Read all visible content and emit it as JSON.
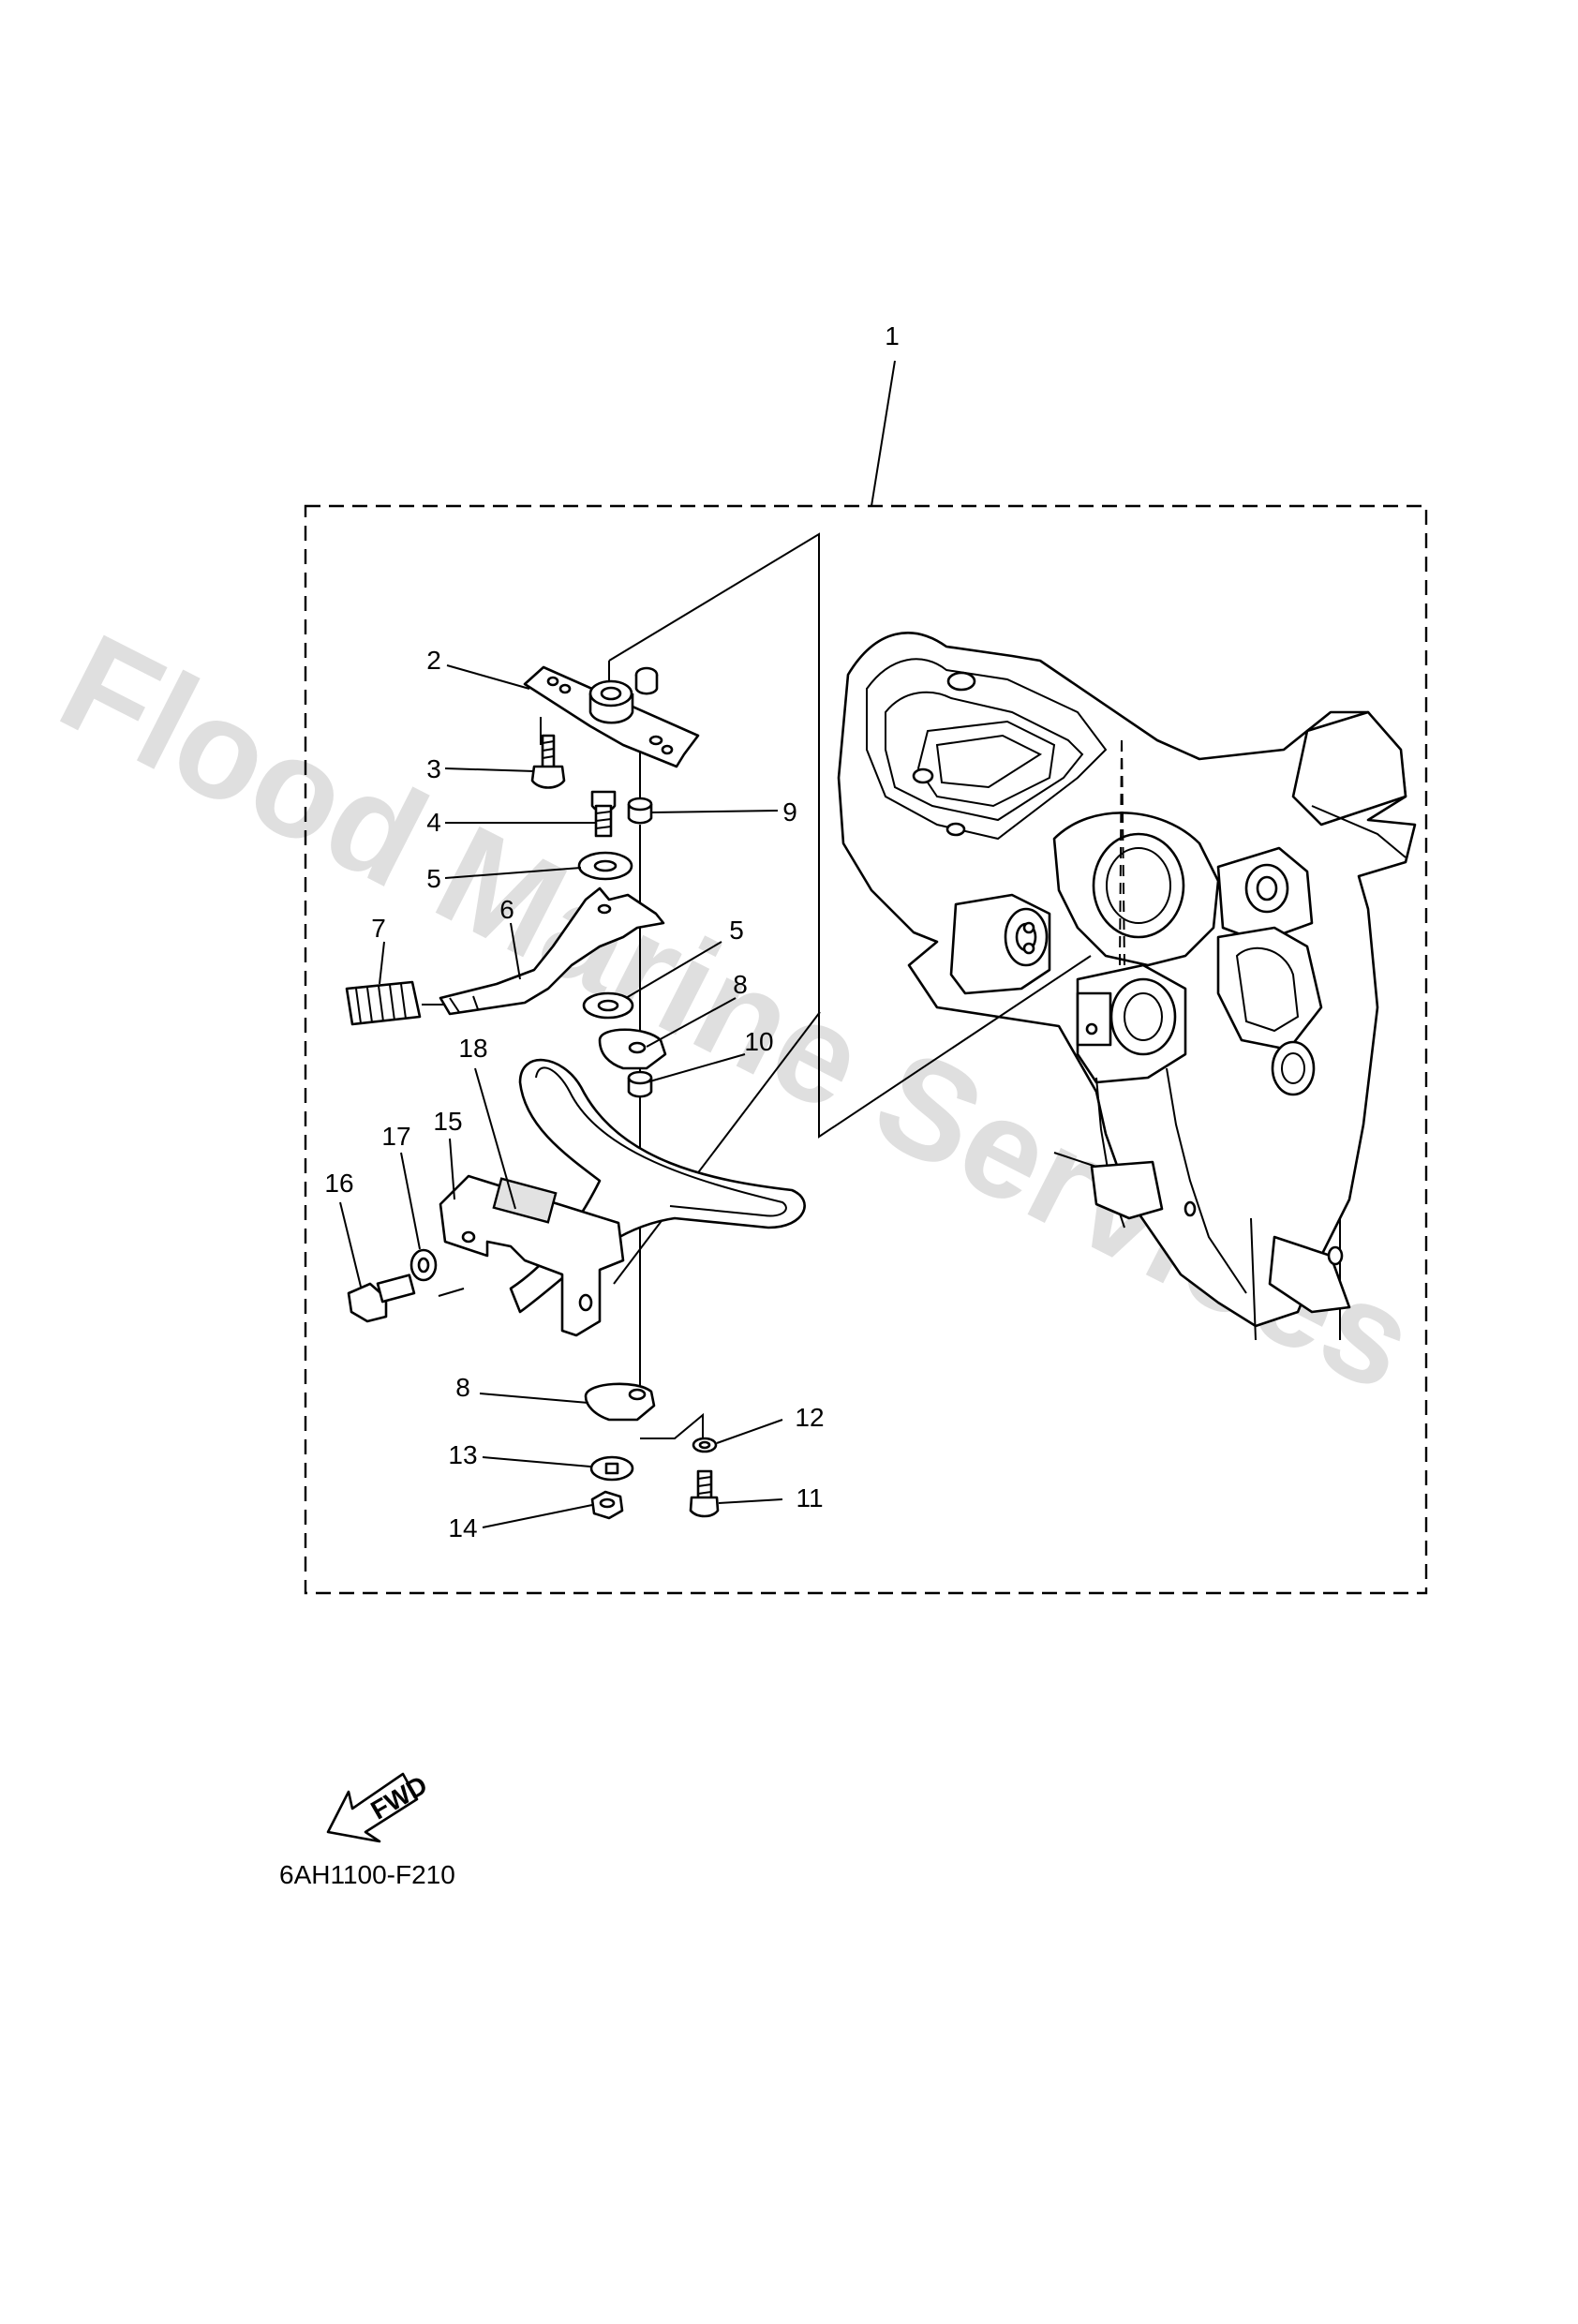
{
  "diagram": {
    "callouts": [
      "1",
      "2",
      "3",
      "4",
      "5",
      "5",
      "6",
      "7",
      "8",
      "8",
      "9",
      "10",
      "11",
      "12",
      "13",
      "14",
      "15",
      "16",
      "17",
      "18"
    ],
    "fwd_label": "FWD",
    "drawing_code": "6AH1100-F210",
    "watermark": "Flood Marine Services"
  }
}
